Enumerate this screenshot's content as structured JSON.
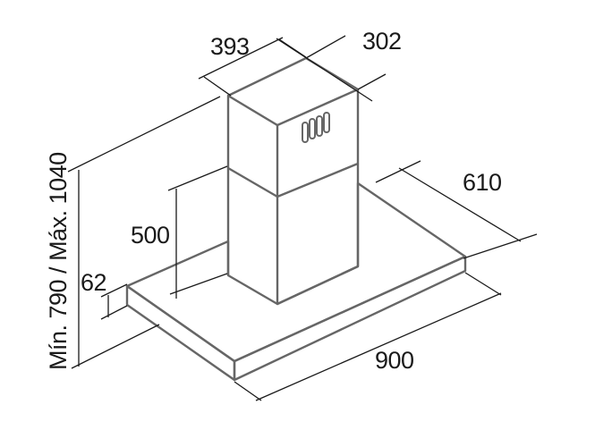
{
  "dimensions": {
    "chimney_width": "393",
    "chimney_depth": "302",
    "canopy_depth": "610",
    "chimney_lower_height": "500",
    "total_height": "Mín. 790 / Máx. 1040",
    "canopy_thickness": "62",
    "canopy_width": "900"
  },
  "colors": {
    "outline": "#666666",
    "dimension_lines": "#1a1a1a",
    "background": "#ffffff"
  }
}
